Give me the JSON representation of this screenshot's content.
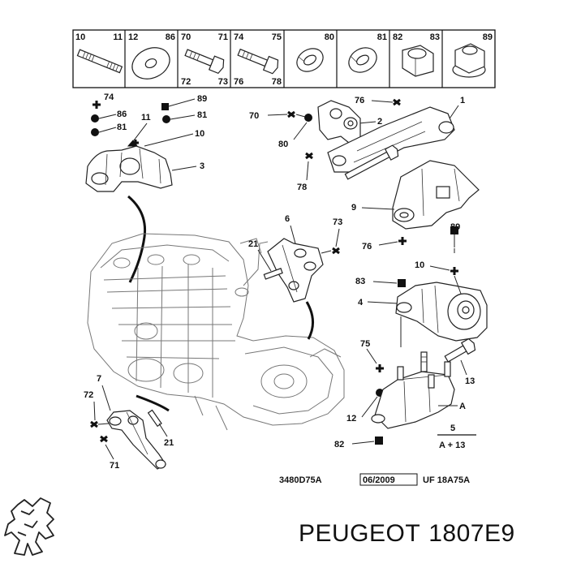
{
  "header_cells": [
    {
      "tl": "10",
      "tr": "11",
      "bl": "",
      "br": ""
    },
    {
      "tl": "12",
      "tr": "86",
      "bl": "",
      "br": ""
    },
    {
      "tl": "70",
      "tr": "71",
      "bl": "72",
      "br": "73"
    },
    {
      "tl": "74",
      "tr": "75",
      "bl": "76",
      "br": "78"
    },
    {
      "tl": "",
      "tr": "80",
      "bl": "",
      "br": ""
    },
    {
      "tl": "",
      "tr": "81",
      "bl": "",
      "br": ""
    },
    {
      "tl": "82",
      "tr": "83",
      "bl": "",
      "br": ""
    },
    {
      "tl": "",
      "tr": "89",
      "bl": "",
      "br": ""
    }
  ],
  "callouts": {
    "c74": "74",
    "c86": "86",
    "c81a": "81",
    "c11": "11",
    "c89a": "89",
    "c81b": "81",
    "c10a": "10",
    "c3": "3",
    "c70": "70",
    "c80": "80",
    "c76a": "76",
    "c2": "2",
    "c1": "1",
    "c78": "78",
    "c9": "9",
    "c76b": "76",
    "c6": "6",
    "c73": "73",
    "c21a": "21",
    "c89b": "89",
    "c10b": "10",
    "c83": "83",
    "c4": "4",
    "c75": "75",
    "c13": "13",
    "c12": "12",
    "cA": "A",
    "c82": "82",
    "c5": "5",
    "cA13": "A + 13",
    "c7": "7",
    "c72": "72",
    "c71": "71",
    "c21b": "21"
  },
  "reference": {
    "drawing_code": "3480D75A",
    "date": "06/2009",
    "uf_code": "UF 18A75A"
  },
  "brand": {
    "name": "PEUGEOT",
    "part_number": "1807E9",
    "logo_icon": "peugeot-lion-icon"
  }
}
